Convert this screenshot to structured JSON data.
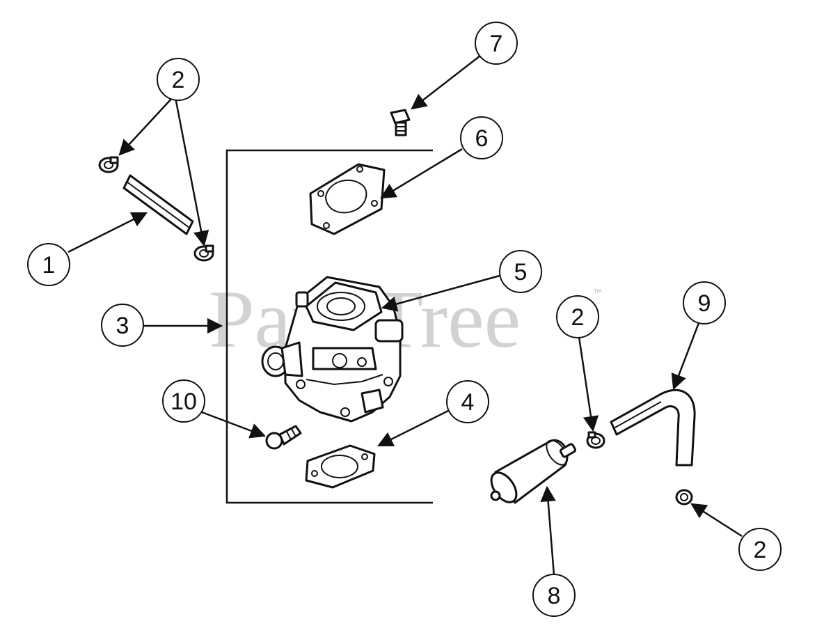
{
  "watermark": {
    "text": "PartsTree",
    "trademark": "™"
  },
  "callouts": [
    {
      "id": "c1",
      "label": "1",
      "icon": "hose-straight"
    },
    {
      "id": "c2a",
      "label": "2",
      "icon": "hose-clamp"
    },
    {
      "id": "c3",
      "label": "3",
      "icon": "carburetor-assembly-bracket"
    },
    {
      "id": "c4",
      "label": "4",
      "icon": "gasket-lower"
    },
    {
      "id": "c5",
      "label": "5",
      "icon": "carburetor"
    },
    {
      "id": "c6",
      "label": "6",
      "icon": "gasket-upper"
    },
    {
      "id": "c7",
      "label": "7",
      "icon": "screw"
    },
    {
      "id": "c2b",
      "label": "2",
      "icon": "hose-clamp"
    },
    {
      "id": "c9",
      "label": "9",
      "icon": "hose-bent"
    },
    {
      "id": "c10",
      "label": "10",
      "icon": "screw"
    },
    {
      "id": "c8",
      "label": "8",
      "icon": "fuel-filter"
    },
    {
      "id": "c2c",
      "label": "2",
      "icon": "hose-clamp"
    }
  ]
}
